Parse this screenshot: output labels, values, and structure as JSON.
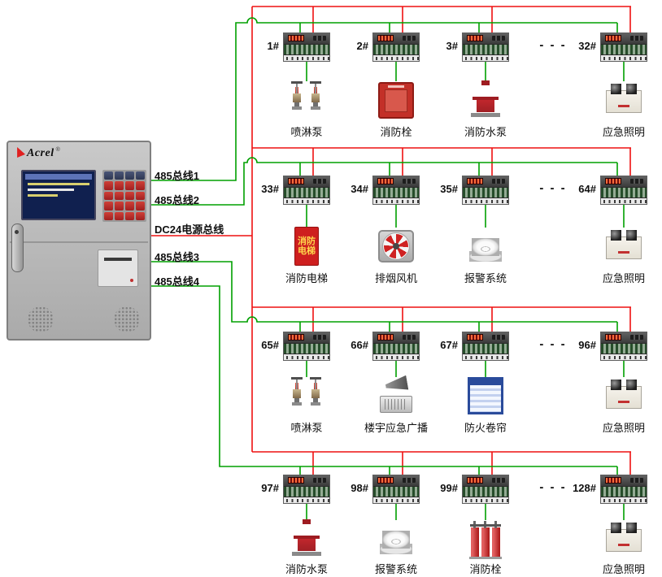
{
  "colors": {
    "rs485_line": "#00a000",
    "power_line": "#ee1111"
  },
  "panel": {
    "brand": "Acrel",
    "registered": "®"
  },
  "buses": [
    {
      "id": "485-1",
      "label": "485总线1"
    },
    {
      "id": "485-2",
      "label": "485总线2"
    },
    {
      "id": "dc24",
      "label": "DC24电源总线"
    },
    {
      "id": "485-3",
      "label": "485总线3"
    },
    {
      "id": "485-4",
      "label": "485总线4"
    }
  ],
  "rows": [
    {
      "ellipsis": "- - -",
      "modules": [
        {
          "number": "1#",
          "device": {
            "label": "喷淋泵",
            "icon": "sprinkler"
          }
        },
        {
          "number": "2#",
          "device": {
            "label": "消防栓",
            "icon": "hydrant-box"
          }
        },
        {
          "number": "3#",
          "device": {
            "label": "消防水泵",
            "icon": "fire-pump"
          }
        },
        {
          "number": "32#",
          "device": {
            "label": "应急照明",
            "icon": "emergency-light"
          }
        }
      ]
    },
    {
      "ellipsis": "- - -",
      "modules": [
        {
          "number": "33#",
          "device": {
            "label": "消防电梯",
            "icon": "fire-elevator",
            "icon_text": "消防电梯"
          }
        },
        {
          "number": "34#",
          "device": {
            "label": "排烟风机",
            "icon": "exhaust-fan"
          }
        },
        {
          "number": "35#",
          "device": {
            "label": "报警系统",
            "icon": "smoke-detector"
          }
        },
        {
          "number": "64#",
          "device": {
            "label": "应急照明",
            "icon": "emergency-light"
          }
        }
      ]
    },
    {
      "ellipsis": "- - -",
      "modules": [
        {
          "number": "65#",
          "device": {
            "label": "喷淋泵",
            "icon": "sprinkler"
          }
        },
        {
          "number": "66#",
          "device": {
            "label": "楼宇应急广播",
            "icon": "broadcast"
          }
        },
        {
          "number": "67#",
          "device": {
            "label": "防火卷帘",
            "icon": "fire-shutter"
          }
        },
        {
          "number": "96#",
          "device": {
            "label": "应急照明",
            "icon": "emergency-light"
          }
        }
      ]
    },
    {
      "ellipsis": "- - -",
      "modules": [
        {
          "number": "97#",
          "device": {
            "label": "消防水泵",
            "icon": "fire-pump"
          }
        },
        {
          "number": "98#",
          "device": {
            "label": "报警系统",
            "icon": "smoke-detector"
          }
        },
        {
          "number": "99#",
          "device": {
            "label": "消防栓",
            "icon": "cylinders"
          }
        },
        {
          "number": "128#",
          "device": {
            "label": "应急照明",
            "icon": "emergency-light"
          }
        }
      ]
    }
  ]
}
